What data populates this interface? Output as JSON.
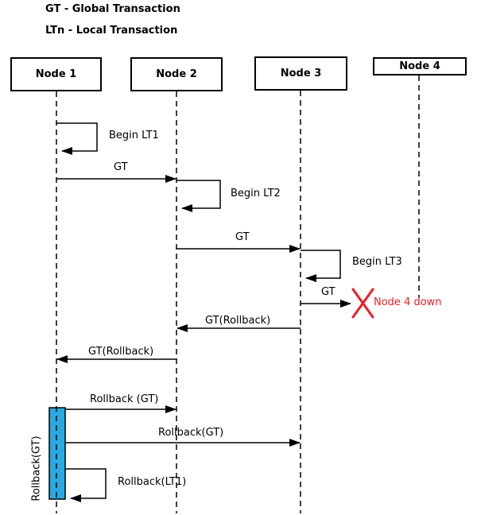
{
  "legend": {
    "line1": "GT - Global Transaction",
    "line2": "LTn - Local Transaction"
  },
  "nodes": [
    {
      "label": "Node 1"
    },
    {
      "label": "Node 2"
    },
    {
      "label": "Node 3"
    },
    {
      "label": "Node 4"
    }
  ],
  "messages": {
    "begin_lt1": "Begin LT1",
    "gt_1_to_2": "GT",
    "begin_lt2": "Begin LT2",
    "gt_2_to_3": "GT",
    "begin_lt3": "Begin LT3",
    "gt_3_to_4": "GT",
    "node4_down": "Node 4 down",
    "gt_rollback_3_to_2": "GT(Rollback)",
    "gt_rollback_2_to_1": "GT(Rollback)",
    "rollback_gt_1_to_2": "Rollback (GT)",
    "rollback_gt_1_to_3": "Rollback(GT)",
    "rollback_lt1": "Rollback(LT1)",
    "activation_bar_label": "Rollback(GT)"
  },
  "colors": {
    "line": "#000000",
    "error": "#ed1c24",
    "activation_fill": "#29abe2"
  }
}
